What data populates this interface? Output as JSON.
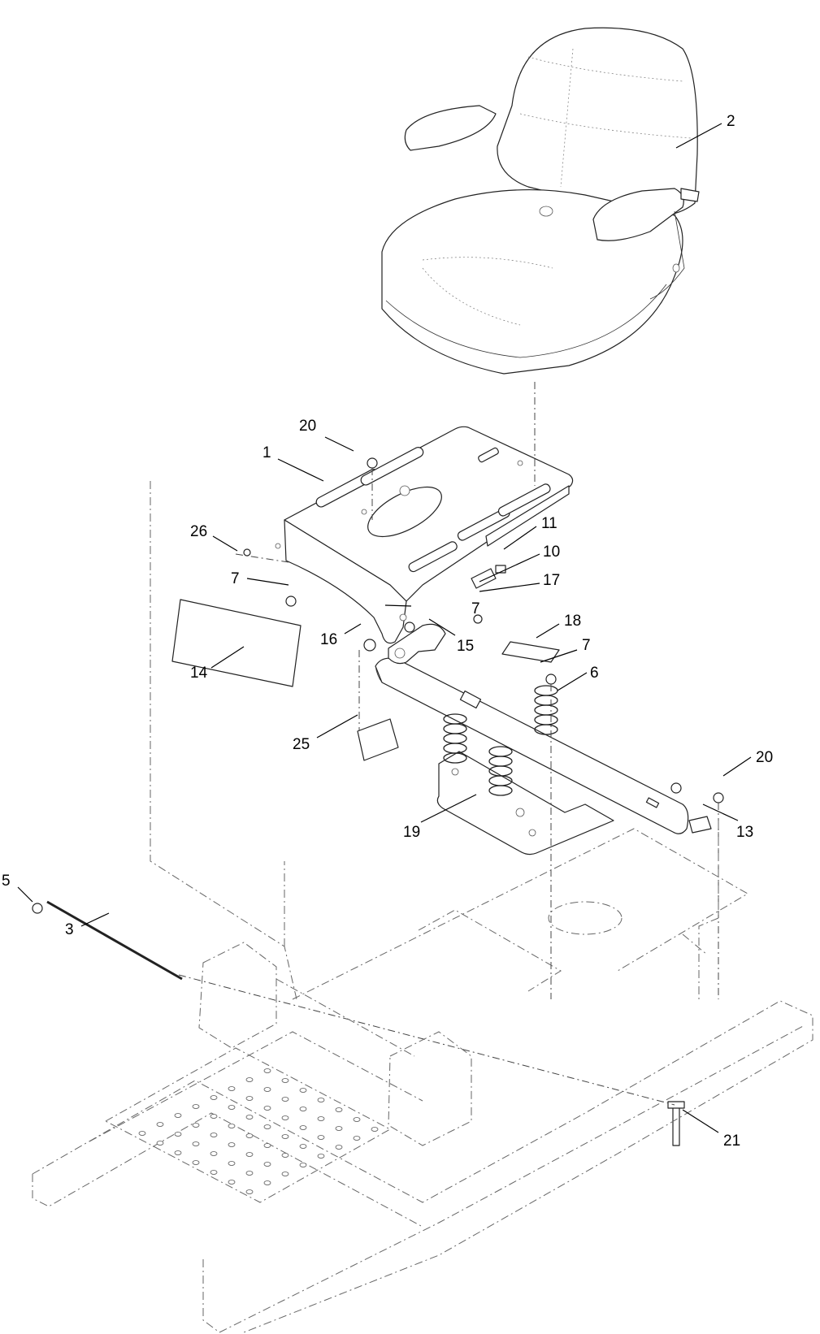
{
  "callouts": [
    {
      "id": "c2",
      "label": "2"
    },
    {
      "id": "c20a",
      "label": "20"
    },
    {
      "id": "c1",
      "label": "1"
    },
    {
      "id": "c26",
      "label": "26"
    },
    {
      "id": "c11",
      "label": "11"
    },
    {
      "id": "c10",
      "label": "10"
    },
    {
      "id": "c7a",
      "label": "7"
    },
    {
      "id": "c17",
      "label": "17"
    },
    {
      "id": "c7b",
      "label": "7"
    },
    {
      "id": "c16",
      "label": "16"
    },
    {
      "id": "c15",
      "label": "15"
    },
    {
      "id": "c18",
      "label": "18"
    },
    {
      "id": "c7c",
      "label": "7"
    },
    {
      "id": "c14",
      "label": "14"
    },
    {
      "id": "c6",
      "label": "6"
    },
    {
      "id": "c25",
      "label": "25"
    },
    {
      "id": "c20b",
      "label": "20"
    },
    {
      "id": "c13",
      "label": "13"
    },
    {
      "id": "c19",
      "label": "19"
    },
    {
      "id": "c5",
      "label": "5"
    },
    {
      "id": "c3",
      "label": "3"
    },
    {
      "id": "c21",
      "label": "21"
    }
  ]
}
